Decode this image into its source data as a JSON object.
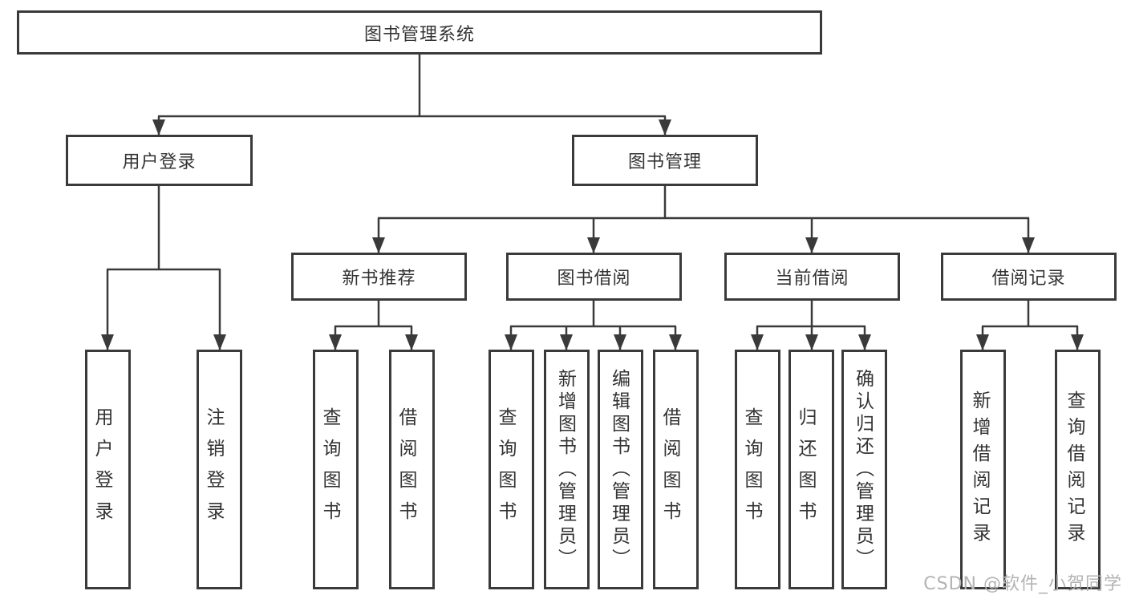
{
  "tree": {
    "root": {
      "label": "图书管理系统"
    },
    "branches": [
      {
        "label": "用户登录",
        "leaves": [
          "用户登录",
          "注销登录"
        ]
      },
      {
        "label": "图书管理",
        "groups": [
          {
            "label": "新书推荐",
            "leaves": [
              "查询图书",
              "借阅图书"
            ]
          },
          {
            "label": "图书借阅",
            "leaves": [
              "查询图书",
              "新增图书（管理员）",
              "编辑图书（管理员）",
              "借阅图书"
            ]
          },
          {
            "label": "当前借阅",
            "leaves": [
              "查询图书",
              "归还图书",
              "确认归还（管理员）"
            ]
          },
          {
            "label": "借阅记录",
            "leaves": [
              "新增借阅记录",
              "查询借阅记录"
            ]
          }
        ]
      }
    ]
  },
  "watermark": "CSDN @软件_小贺同学",
  "colors": {
    "line": "#3a3a3a",
    "border": "#3a3a3a",
    "text": "#333333",
    "watermark": "#b3b3b3",
    "background": "#ffffff"
  }
}
